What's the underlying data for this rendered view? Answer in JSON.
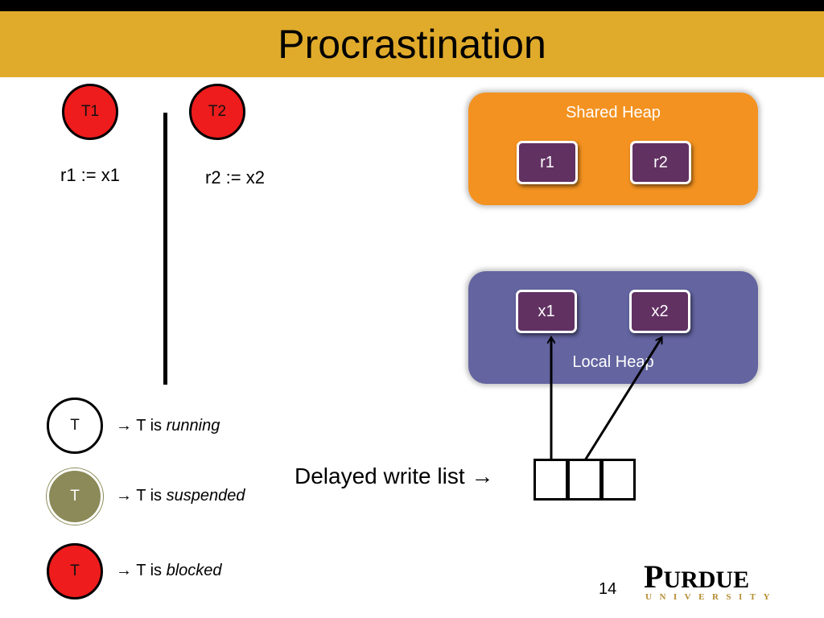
{
  "slide": {
    "title": "Procrastination",
    "page_number": "14"
  },
  "threads": [
    {
      "label": "T1",
      "color": "#ee1c1c",
      "statement": "r1 := x1"
    },
    {
      "label": "T2",
      "color": "#ee1c1c",
      "statement": "r2 := x2"
    }
  ],
  "legend": [
    {
      "circle_label": "T",
      "state_color": "#ffffff",
      "prefix": "→ T is ",
      "state": "running"
    },
    {
      "circle_label": "T",
      "state_color": "#8b8a58",
      "prefix": "→ T is ",
      "state": "suspended"
    },
    {
      "circle_label": "T",
      "state_color": "#ee1c1c",
      "prefix": "→ T is ",
      "state": "blocked"
    }
  ],
  "shared_heap": {
    "label": "Shared Heap",
    "color": "#f39220",
    "cells": [
      "r1",
      "r2"
    ]
  },
  "local_heap": {
    "label": "Local Heap",
    "color": "#6364a0",
    "cells": [
      "x1",
      "x2"
    ]
  },
  "delayed_write_list": {
    "label": "Delayed write list →",
    "slot_count": 3
  },
  "logo": {
    "name_first": "P",
    "name_rest": "URDUE",
    "subtitle": "UNIVERSITY",
    "accent_color": "#b48c2f"
  }
}
